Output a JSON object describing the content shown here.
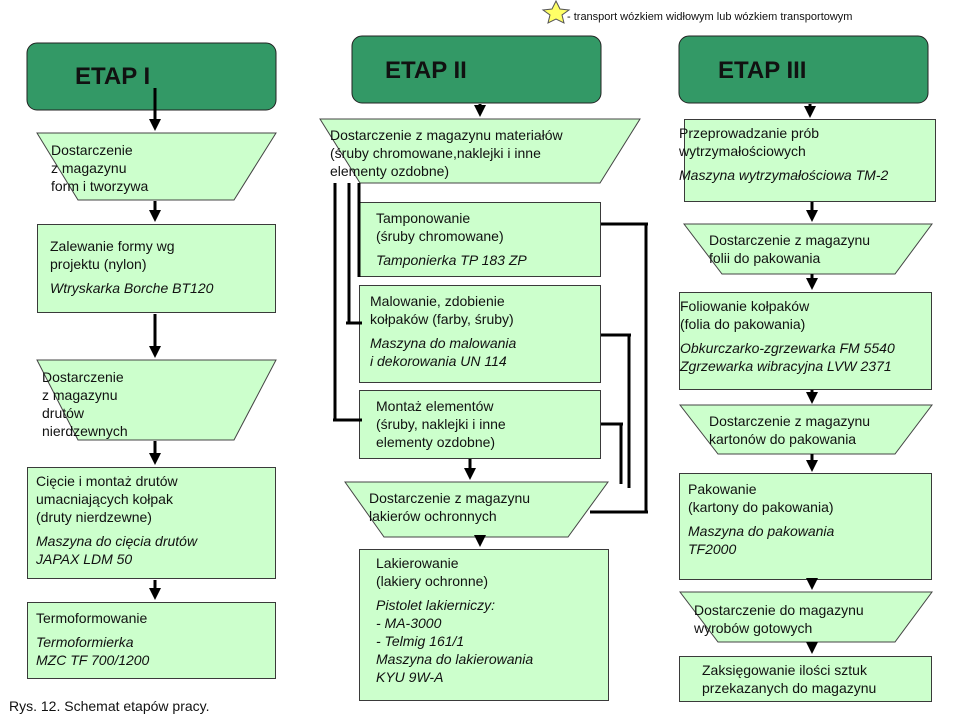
{
  "legend": "- transport wózkiem widłowym lub wózkiem transportowym",
  "caption": "Rys. 12. Schemat etapów pracy.",
  "stages": {
    "s1": "ETAP I",
    "s2": "ETAP II",
    "s3": "ETAP III"
  },
  "c1": {
    "delivery_forms": [
      "Dostarczenie",
      "z magazynu",
      "form i tworzywa"
    ],
    "pouring": {
      "lines": [
        "Zalewanie formy wg",
        "projektu (nylon)"
      ],
      "machine": "Wtryskarka Borche BT120"
    },
    "delivery_wires": [
      "Dostarczenie",
      "z magazynu",
      "drutów",
      "nierdzewnych"
    ],
    "cutting": {
      "lines": [
        "Cięcie i montaż drutów",
        "umacniających kołpak",
        "(druty nierdzewne)"
      ],
      "machine": [
        "Maszyna do cięcia drutów",
        "JAPAX LDM 50"
      ]
    },
    "thermo": {
      "lines": [
        "Termoformowanie"
      ],
      "machine": [
        "Termoformierka",
        "MZC TF 700/1200"
      ]
    }
  },
  "c2": {
    "delivery_materials": [
      "Dostarczenie z magazynu materiałów",
      "(śruby chromowane,naklejki i inne",
      "elementy ozdobne)"
    ],
    "tampo": {
      "lines": [
        "Tamponowanie",
        "(śruby chromowane)"
      ],
      "machine": "Tamponierka TP 183 ZP"
    },
    "painting": {
      "lines": [
        "Malowanie, zdobienie",
        "kołpaków (farby, śruby)"
      ],
      "machine": [
        "Maszyna do malowania",
        "i dekorowania UN 114"
      ]
    },
    "assembly": {
      "lines": [
        "Montaż elementów",
        "(śruby, naklejki i inne",
        "elementy ozdobne)"
      ]
    },
    "delivery_lacquer": [
      "Dostarczenie z magazynu",
      "lakierów ochronnych"
    ],
    "lacquering": {
      "lines": [
        "Lakierowanie",
        "(lakiery ochronne)"
      ],
      "machine": [
        "Pistolet lakierniczy:",
        "- MA-3000",
        "- Telmig 161/1",
        "Maszyna do lakierowania",
        "KYU 9W-A"
      ]
    }
  },
  "c3": {
    "tests": {
      "lines": [
        "Przeprowadzanie prób",
        "wytrzymałościowych"
      ],
      "machine": "Maszyna wytrzymałościowa TM-2"
    },
    "delivery_foil": [
      "Dostarczenie z magazynu",
      "folii do pakowania"
    ],
    "foiling": {
      "lines": [
        "Foliowanie kołpaków",
        "(folia do pakowania)"
      ],
      "machine": [
        "Obkurczarko-zgrzewarka FM 5540",
        "Zgrzewarka wibracyjna LVW 2371"
      ]
    },
    "delivery_boxes": [
      "Dostarczenie z magazynu",
      "kartonów do pakowania"
    ],
    "packing": {
      "lines": [
        "Pakowanie",
        "(kartony do pakowania)"
      ],
      "machine": [
        "Maszyna do pakowania",
        "TF2000"
      ]
    },
    "delivery_finished": [
      "Dostarczenie do magazynu",
      "wyrobów gotowych"
    ],
    "booking": [
      "Zaksięgowanie ilości sztuk",
      "przekazanych do magazynu"
    ]
  },
  "colors": {
    "stage_fill": "#339966",
    "box_fill": "#ccffcc",
    "legend_star": "#ffff66"
  }
}
